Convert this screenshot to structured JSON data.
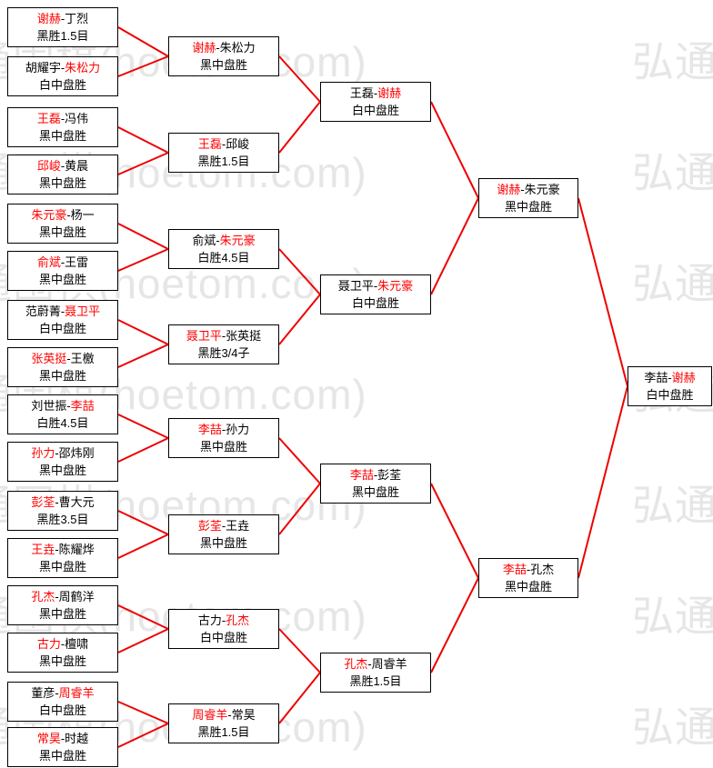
{
  "watermark": {
    "text": "弘通围棋(hoetom.com)",
    "color": "#e6e6e6"
  },
  "colors": {
    "winner_text": "#ff0000",
    "connector_line": "#ee0000",
    "box_border": "#000000",
    "box_text": "#000000"
  },
  "rounds": [
    {
      "id": "round1",
      "matches": [
        {
          "pre": "",
          "red": "谢赫",
          "post": "-丁烈",
          "result": "黑胜1.5目"
        },
        {
          "pre": "胡耀宇-",
          "red": "朱松力",
          "post": "",
          "result": "白中盘胜"
        },
        {
          "pre": "",
          "red": "王磊",
          "post": "-冯伟",
          "result": "黑中盘胜"
        },
        {
          "pre": "",
          "red": "邱峻",
          "post": "-黄晨",
          "result": "黑中盘胜"
        },
        {
          "pre": "",
          "red": "朱元豪",
          "post": "-杨一",
          "result": "黑中盘胜"
        },
        {
          "pre": "",
          "red": "俞斌",
          "post": "-王雷",
          "result": "黑中盘胜"
        },
        {
          "pre": "范蔚菁-",
          "red": "聂卫平",
          "post": "",
          "result": "白中盘胜"
        },
        {
          "pre": "",
          "red": "张英挺",
          "post": "-王檄",
          "result": "黑中盘胜"
        },
        {
          "pre": "刘世振-",
          "red": "李喆",
          "post": "",
          "result": "白胜4.5目"
        },
        {
          "pre": "",
          "red": "孙力",
          "post": "-邵炜刚",
          "result": "黑中盘胜"
        },
        {
          "pre": "",
          "red": "彭荃",
          "post": "-曹大元",
          "result": "黑胜3.5目"
        },
        {
          "pre": "",
          "red": "王垚",
          "post": "-陈耀烨",
          "result": "黑中盘胜"
        },
        {
          "pre": "",
          "red": "孔杰",
          "post": "-周鹤洋",
          "result": "黑中盘胜"
        },
        {
          "pre": "",
          "red": "古力",
          "post": "-檀啸",
          "result": "黑中盘胜"
        },
        {
          "pre": "董彦-",
          "red": "周睿羊",
          "post": "",
          "result": "白中盘胜"
        },
        {
          "pre": "",
          "red": "常昊",
          "post": "-时越",
          "result": "黑中盘胜"
        }
      ]
    },
    {
      "id": "round2",
      "matches": [
        {
          "pre": "",
          "red": "谢赫",
          "post": "-朱松力",
          "result": "黑中盘胜"
        },
        {
          "pre": "",
          "red": "王磊",
          "post": "-邱峻",
          "result": "黑胜1.5目"
        },
        {
          "pre": "俞斌-",
          "red": "朱元豪",
          "post": "",
          "result": "白胜4.5目"
        },
        {
          "pre": "",
          "red": "聂卫平",
          "post": "-张英挺",
          "result": "黑胜3/4子"
        },
        {
          "pre": "",
          "red": "李喆",
          "post": "-孙力",
          "result": "黑中盘胜"
        },
        {
          "pre": "",
          "red": "彭荃",
          "post": "-王垚",
          "result": "黑中盘胜"
        },
        {
          "pre": "古力-",
          "red": "孔杰",
          "post": "",
          "result": "白中盘胜"
        },
        {
          "pre": "",
          "red": "周睿羊",
          "post": "-常昊",
          "result": "黑胜1.5目"
        }
      ]
    },
    {
      "id": "quarterfinal",
      "matches": [
        {
          "pre": "王磊-",
          "red": "谢赫",
          "post": "",
          "result": "白中盘胜"
        },
        {
          "pre": "聂卫平-",
          "red": "朱元豪",
          "post": "",
          "result": "白中盘胜"
        },
        {
          "pre": "",
          "red": "李喆",
          "post": "-彭荃",
          "result": "黑中盘胜"
        },
        {
          "pre": "",
          "red": "孔杰",
          "post": "-周睿羊",
          "result": "黑胜1.5目"
        }
      ]
    },
    {
      "id": "semifinal",
      "matches": [
        {
          "pre": "",
          "red": "谢赫",
          "post": "-朱元豪",
          "result": "黑中盘胜"
        },
        {
          "pre": "",
          "red": "李喆",
          "post": "-孔杰",
          "result": "黑中盘胜"
        }
      ]
    },
    {
      "id": "final",
      "matches": [
        {
          "pre": "李喆-",
          "red": "谢赫",
          "post": "",
          "result": "白中盘胜"
        }
      ]
    }
  ]
}
